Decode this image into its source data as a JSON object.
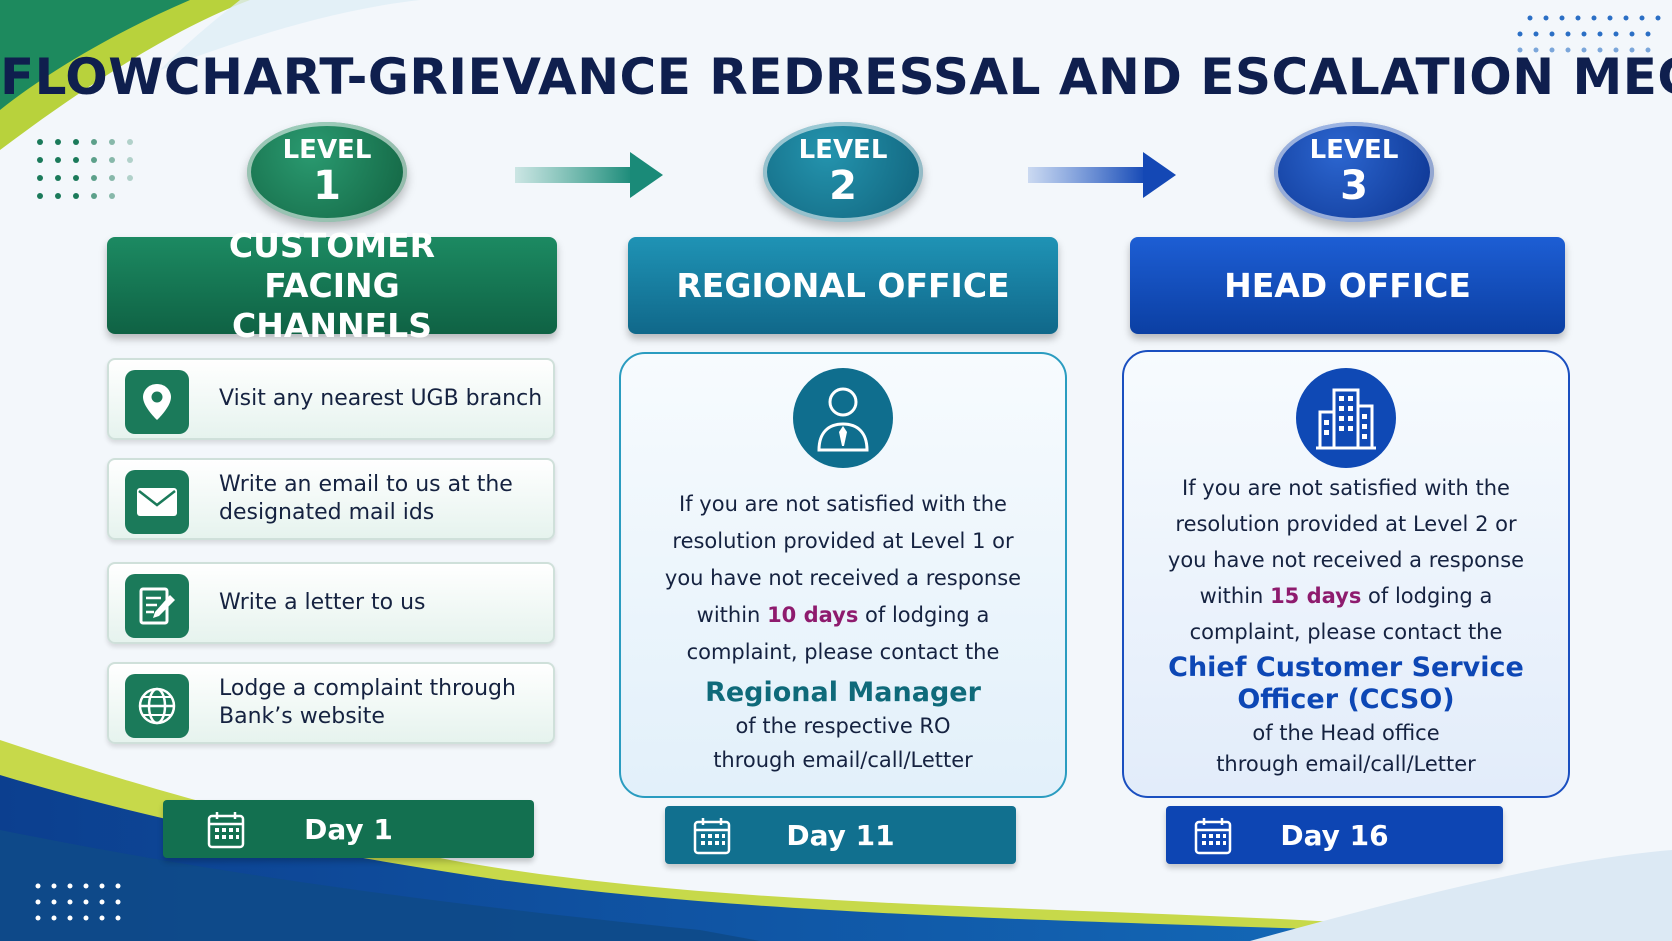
{
  "title": "FLOWCHART-GRIEVANCE REDRESSAL AND ESCALATION MECHANISM",
  "colors": {
    "level1": "#17714f",
    "level2": "#167fa0",
    "level3": "#0d47b5",
    "highlight": "#8e1b6e",
    "title": "#0f1f4e"
  },
  "levels": [
    {
      "level_word": "LEVEL",
      "number": "1",
      "header": "CUSTOMER FACING CHANNELS",
      "day": "Day 1",
      "channels": [
        {
          "icon": "location-pin-icon",
          "text": "Visit any nearest UGB branch"
        },
        {
          "icon": "envelope-icon",
          "text": "Write an email to us at the designated mail ids"
        },
        {
          "icon": "letter-pen-icon",
          "text": "Write a letter to us"
        },
        {
          "icon": "globe-icon",
          "text": "Lodge a complaint through Bank’s website"
        }
      ]
    },
    {
      "level_word": "LEVEL",
      "number": "2",
      "header": "REGIONAL OFFICE",
      "day": "Day 11",
      "icon": "manager-person-icon",
      "desc_before": "If you are not satisfied with the resolution provided at Level 1 or you have not received a response within",
      "desc_days": "10 days",
      "desc_after": "of lodging a complaint, please contact the",
      "authority": "Regional Manager",
      "tail_1": "of the respective RO",
      "tail_2": "through email/call/Letter"
    },
    {
      "level_word": "LEVEL",
      "number": "3",
      "header": "HEAD OFFICE",
      "day": "Day 16",
      "icon": "office-building-icon",
      "desc_before": "If you are not satisfied with the resolution provided at Level 2 or you have not received a response within",
      "desc_days": "15 days",
      "desc_after": "of lodging a complaint, please contact the",
      "authority": "Chief Customer Service Officer (CCSO)",
      "tail_1": "of the Head office",
      "tail_2": "through email/call/Letter"
    }
  ]
}
